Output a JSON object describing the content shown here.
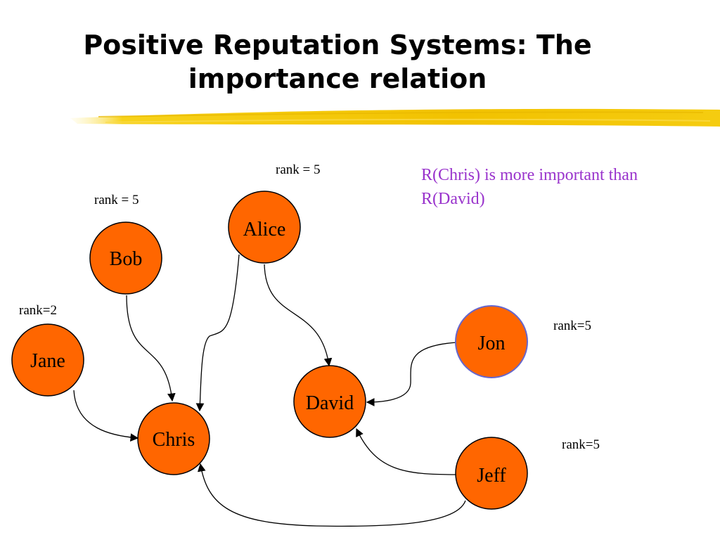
{
  "slide": {
    "title_line1": "Positive Reputation Systems: The",
    "title_line2": "importance relation"
  },
  "colors": {
    "node_fill": "#ff6600",
    "node_stroke": "#000000",
    "highlight_stroke": "#6666cc",
    "note_color": "#9933cc",
    "underline": "#f2c200"
  },
  "nodes": [
    {
      "id": "bob",
      "label": "Bob"
    },
    {
      "id": "alice",
      "label": "Alice"
    },
    {
      "id": "jane",
      "label": "Jane"
    },
    {
      "id": "chris",
      "label": "Chris"
    },
    {
      "id": "david",
      "label": "David"
    },
    {
      "id": "jon",
      "label": "Jon",
      "highlighted": true
    },
    {
      "id": "jeff",
      "label": "Jeff"
    }
  ],
  "edges": [
    {
      "from": "bob",
      "to": "chris"
    },
    {
      "from": "jane",
      "to": "chris"
    },
    {
      "from": "alice",
      "to": "chris"
    },
    {
      "from": "alice",
      "to": "david"
    },
    {
      "from": "jon",
      "to": "david"
    },
    {
      "from": "jeff",
      "to": "david"
    },
    {
      "from": "jeff",
      "to": "chris"
    }
  ],
  "ranks": {
    "alice": "rank = 5",
    "bob": "rank = 5",
    "jane": "rank=2",
    "jon": "rank=5",
    "jeff": "rank=5"
  },
  "note": {
    "line1": "R(Chris) is more important than",
    "line2": "R(David)"
  }
}
